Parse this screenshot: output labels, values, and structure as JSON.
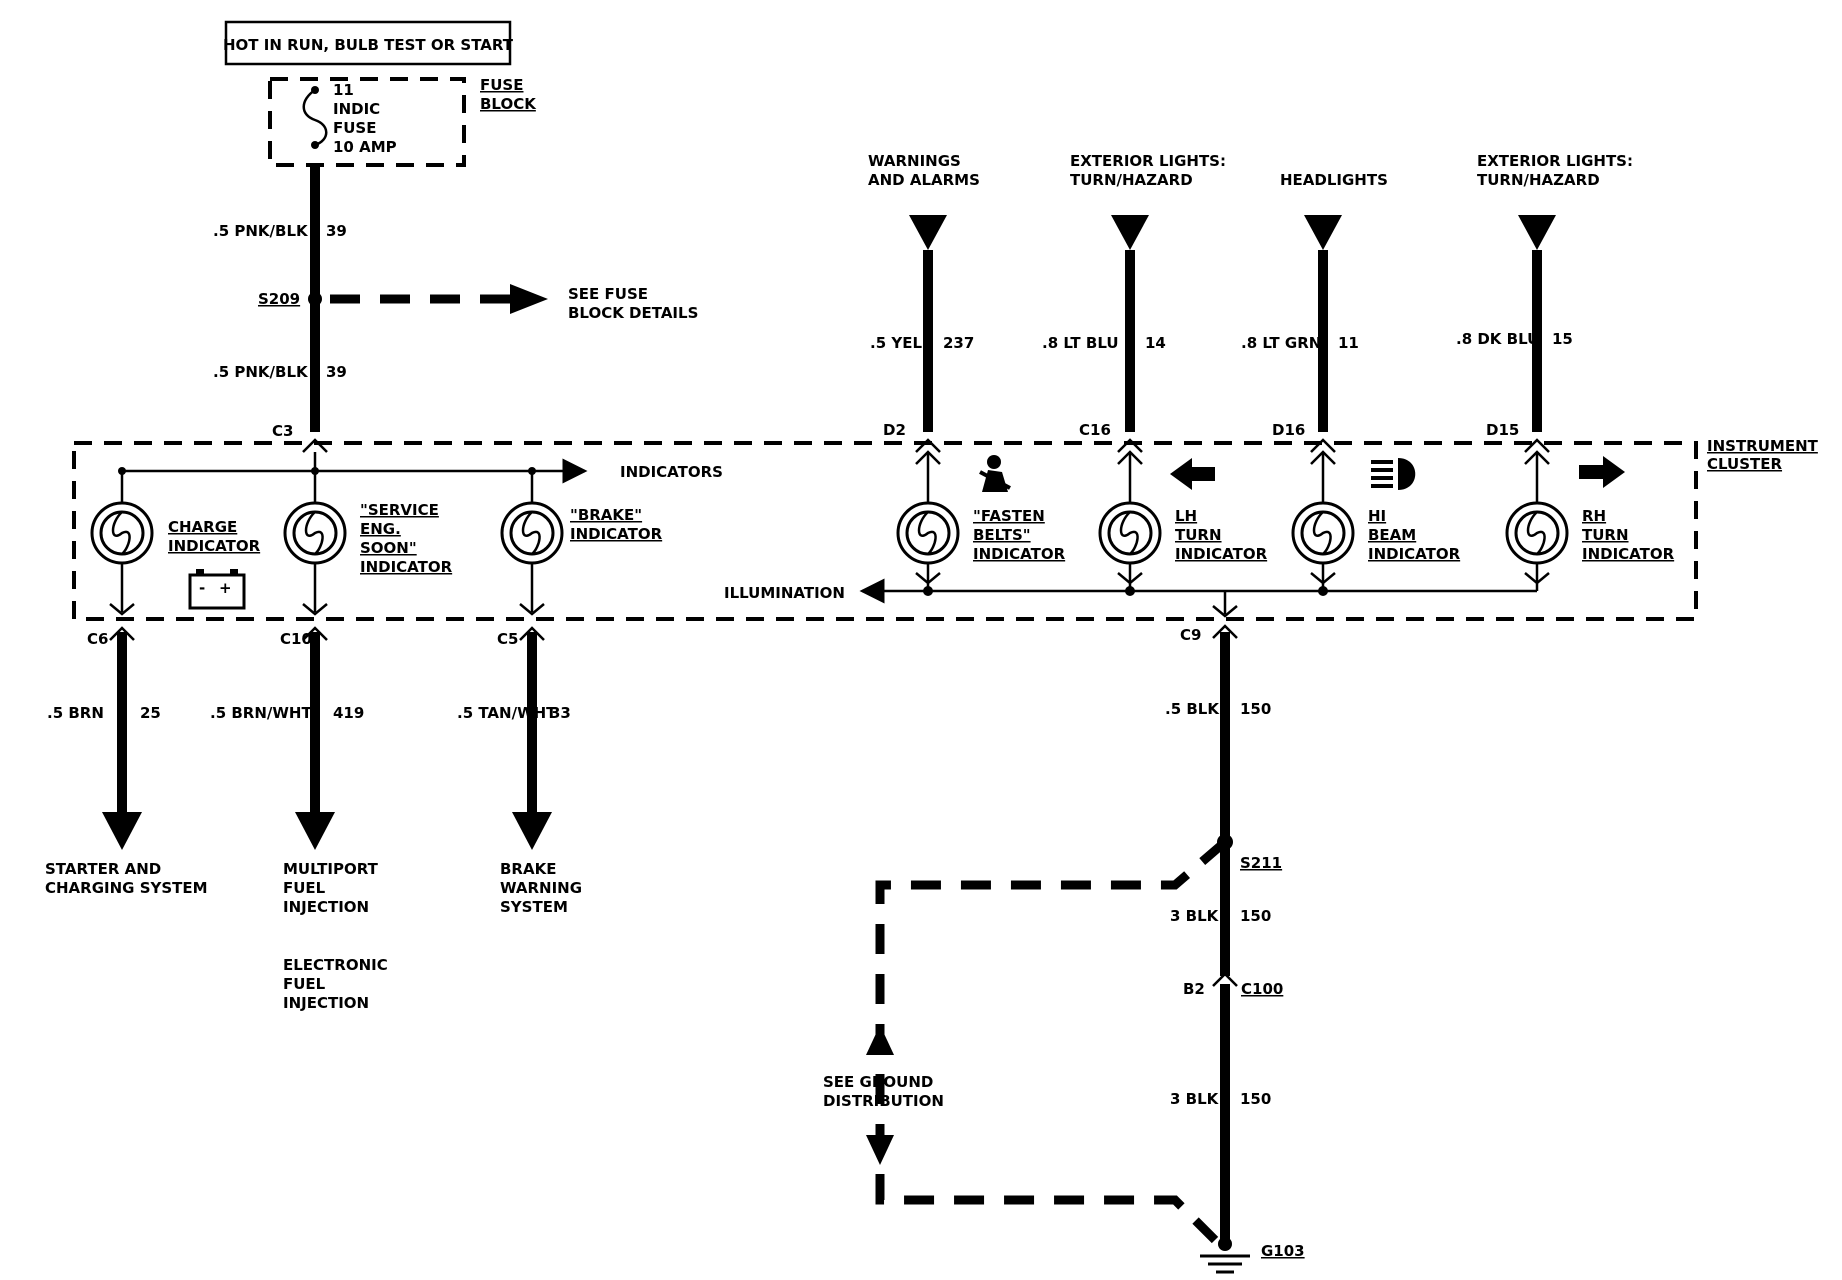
{
  "header": {
    "power_label": "HOT IN RUN, BULB TEST OR START"
  },
  "fuse": {
    "number": "11",
    "name_line1": "INDIC",
    "name_line2": "FUSE",
    "rating": "10 AMP",
    "block_line1": "FUSE",
    "block_line2": "BLOCK"
  },
  "feed": {
    "wire_upper": ".5 PNK/BLK",
    "circuit_upper": "39",
    "splice": "S209",
    "see_line1": "SEE FUSE",
    "see_line2": "BLOCK DETAILS",
    "wire_lower": ".5 PNK/BLK",
    "circuit_lower": "39",
    "connector": "C3"
  },
  "cluster": {
    "label_line1": "INSTRUMENT",
    "label_line2": "CLUSTER",
    "indicators_label": "INDICATORS",
    "illumination_label": "ILLUMINATION",
    "ground_connector": "C9"
  },
  "left_indicators": [
    {
      "lines": [
        "CHARGE",
        "INDICATOR"
      ],
      "connector": "C6",
      "wire": ".5 BRN",
      "circuit": "25",
      "dest": [
        "STARTER AND",
        "CHARGING SYSTEM"
      ]
    },
    {
      "lines": [
        "\"SERVICE",
        "ENG.",
        "SOON\"",
        "INDICATOR"
      ],
      "connector": "C10",
      "wire": ".5 BRN/WHT",
      "circuit": "419",
      "dest": [
        "MULTIPORT",
        "FUEL",
        "INJECTION"
      ],
      "dest2": [
        "ELECTRONIC",
        "FUEL",
        "INJECTION"
      ]
    },
    {
      "lines": [
        "\"BRAKE\"",
        "INDICATOR"
      ],
      "connector": "C5",
      "wire": ".5 TAN/WHT",
      "circuit": "33",
      "dest": [
        "BRAKE",
        "WARNING",
        "SYSTEM"
      ]
    }
  ],
  "right_indicators": [
    {
      "source": [
        "WARNINGS",
        "AND ALARMS"
      ],
      "wire": ".5 YEL",
      "circuit": "237",
      "connector": "D2",
      "lines": [
        "\"FASTEN",
        "BELTS\"",
        "INDICATOR"
      ],
      "icon": "seatbelt-icon"
    },
    {
      "source": [
        "EXTERIOR LIGHTS:",
        "TURN/HAZARD"
      ],
      "wire": ".8 LT BLU",
      "circuit": "14",
      "connector": "C16",
      "lines": [
        "LH",
        "TURN",
        "INDICATOR"
      ],
      "icon": "left-arrow-icon"
    },
    {
      "source": [
        "HEADLIGHTS"
      ],
      "wire": ".8 LT GRN",
      "circuit": "11",
      "connector": "D16",
      "lines": [
        "HI",
        "BEAM",
        "INDICATOR"
      ],
      "icon": "high-beam-icon"
    },
    {
      "source": [
        "EXTERIOR LIGHTS:",
        "TURN/HAZARD"
      ],
      "wire": ".8 DK BLU",
      "circuit": "15",
      "connector": "D15",
      "lines": [
        "RH",
        "TURN",
        "INDICATOR"
      ],
      "icon": "right-arrow-icon"
    }
  ],
  "ground": {
    "wire1": ".5 BLK",
    "circuit1": "150",
    "splice": "S211",
    "wire2": "3 BLK",
    "circuit2": "150",
    "pin": "B2",
    "connector": "C100",
    "wire3": "3 BLK",
    "circuit3": "150",
    "see_line1": "SEE GROUND",
    "see_line2": "DISTRIBUTION",
    "ground_point": "G103"
  }
}
